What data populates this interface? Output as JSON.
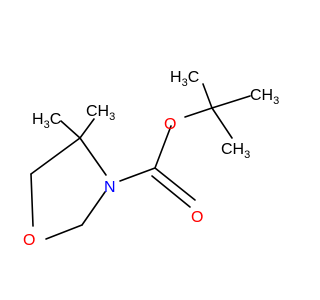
{
  "molecule": {
    "atoms": {
      "ring_oxygen": {
        "symbol": "O"
      },
      "ring_nitrogen": {
        "symbol": "N"
      },
      "carbonyl_oxygen": {
        "symbol": "O"
      },
      "ester_oxygen": {
        "symbol": "O"
      },
      "methyl_left": {
        "base": "H",
        "sub": "3",
        "tail": "C"
      },
      "methyl_right": {
        "base": "CH",
        "sub": "3"
      },
      "tbu_methyl_top_left": {
        "base": "H",
        "sub": "3",
        "tail": "C"
      },
      "tbu_methyl_right": {
        "base": "CH",
        "sub": "3"
      },
      "tbu_methyl_bottom": {
        "base": "CH",
        "sub": "3"
      }
    },
    "colors": {
      "nitrogen": "#0000ff",
      "oxygen": "#ff0000",
      "carbon": "#000000",
      "bond": "#000000"
    }
  }
}
